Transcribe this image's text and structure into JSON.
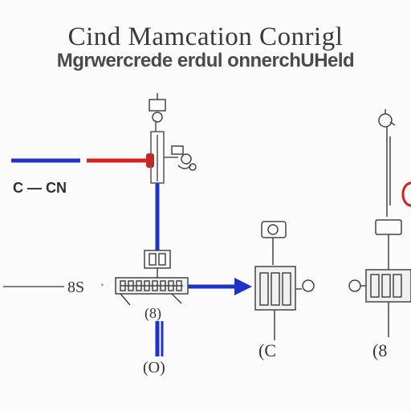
{
  "title": "Cind Mamcation Conrigl",
  "subtitle": "Mgrwercrede erdul onnerchUHeld",
  "left_label": "C — CN",
  "small_marks": {
    "left_end": "8S",
    "lower_center": "(8)",
    "bottom_center": "(O)",
    "mid_right_bottom": "(C",
    "right_bottom": "(8"
  },
  "colors": {
    "blue": "#1f33c8",
    "red": "#d62020",
    "line": "#555555",
    "background": "#fbfbfb"
  }
}
